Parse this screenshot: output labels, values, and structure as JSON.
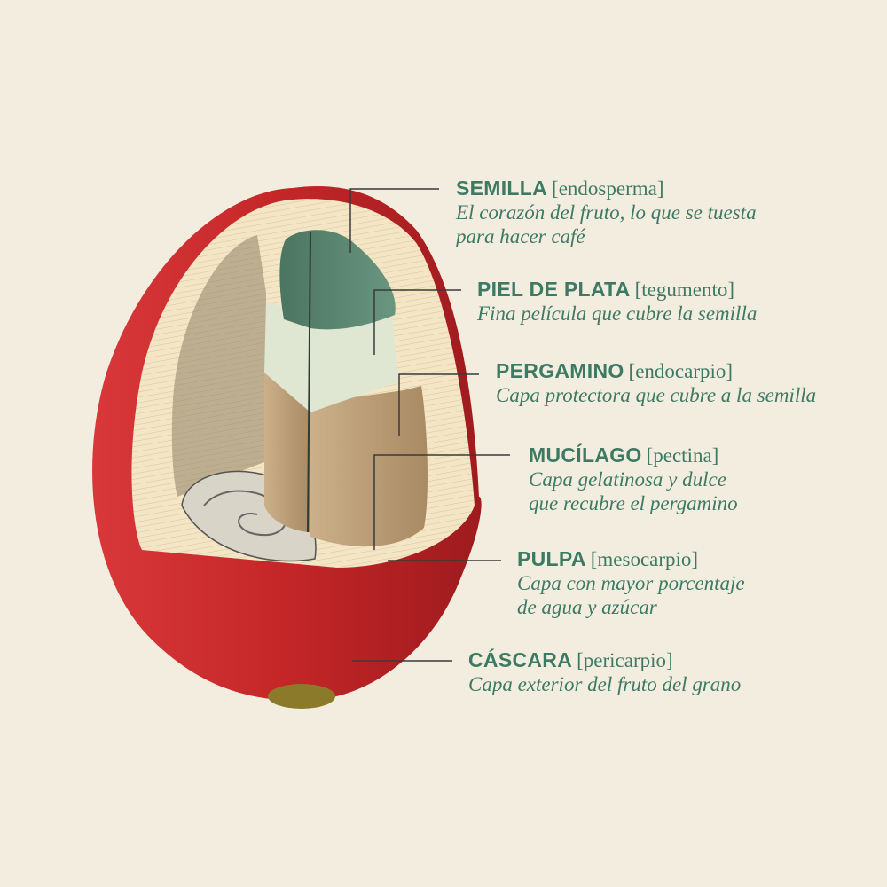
{
  "diagram": {
    "subject": "coffee-cherry-cross-section",
    "colors": {
      "background": "#f3ede0",
      "label_text": "#3d7a64",
      "skin_red": "#c4272a",
      "pulp_cream": "#f4e6c4",
      "bean_green": "#4f7d66",
      "silverskin": "#dfe6d2",
      "parchment": "#c8a97e"
    },
    "labels": [
      {
        "id": "semilla",
        "title": "SEMILLA",
        "scientific": "[endosperma]",
        "description": "El corazón del fruto, lo que se tuesta\npara hacer café"
      },
      {
        "id": "piel-de-plata",
        "title": "PIEL DE PLATA",
        "scientific": "[tegumento]",
        "description": "Fina película que cubre la semilla"
      },
      {
        "id": "pergamino",
        "title": "PERGAMINO",
        "scientific": "[endocarpio]",
        "description": "Capa protectora que cubre a la semilla"
      },
      {
        "id": "mucilago",
        "title": "MUCÍLAGO",
        "scientific": "[pectina]",
        "description": "Capa gelatinosa y dulce\nque recubre el pergamino"
      },
      {
        "id": "pulpa",
        "title": "PULPA",
        "scientific": "[mesocarpio]",
        "description": "Capa con mayor porcentaje\nde agua y azúcar"
      },
      {
        "id": "cascara",
        "title": "CÁSCARA",
        "scientific": "[pericarpio]",
        "description": "Capa exterior del fruto del grano"
      }
    ]
  }
}
